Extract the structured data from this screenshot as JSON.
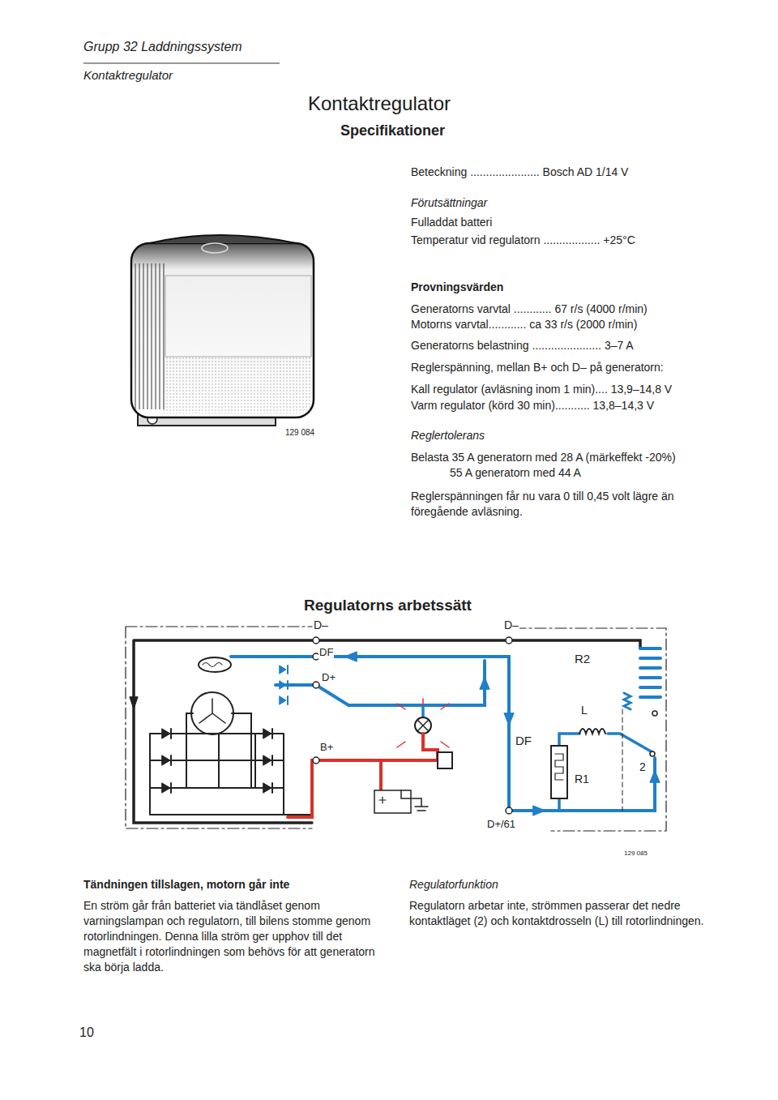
{
  "diagram": {
    "title": "Kontaktregulator",
    "labels": [
      "Grupp 32 Laddningssystem",
      "Kontaktregulator",
      "Specifikationer",
      "Beteckning ...................... Bosch AD 1/14 V",
      "Förutsättningar",
      "Fulladdat batteri",
      "Temperatur vid regulatorn .................. +25°C",
      "Provningsvärden",
      "Generatorns varvtal ............ 67 r/s (4000 r/min)",
      "Motorns varvtal............ ca 33 r/s (2000 r/min)",
      "Generatorns belastning ...................... 3–7 A",
      "Reglerspänning, mellan B+ och D– på generatorn:",
      "Kall regulator (avläsning inom 1 min).... 13,9–14,8 V",
      "Varm regulator (körd 30 min)........... 13,8–14,3 V",
      "129 084",
      "Reglertolerans",
      "Belasta 35 A generatorn med 28 A (märkeffekt -20%)",
      "55 A generatorn med 44 A",
      "Reglerspänningen får nu vara 0 till 0,45 volt lägre än föregående avläsning.",
      "Regulatorns arbetssätt",
      "D–",
      "DF",
      "D+",
      "B+",
      "D–",
      "R2",
      "L",
      "DF",
      "R1",
      "2",
      "D+/61",
      "129 085",
      "Tändningen tillslagen, motorn går inte",
      "En ström går från batteriet via tändlåset genom varningslampan och regulatorn, till bilens stomme genom rotorlindningen. Denna lilla ström ger upphov till det magnetfält i rotorlindningen som behövs för att generatorn ska börja ladda.",
      "Regulatorfunktion",
      "Regulatorn arbetar inte, strömmen passerar det nedre kontaktläget (2) och kontaktdrosseln (L) till rotorlindningen.",
      "10"
    ]
  }
}
